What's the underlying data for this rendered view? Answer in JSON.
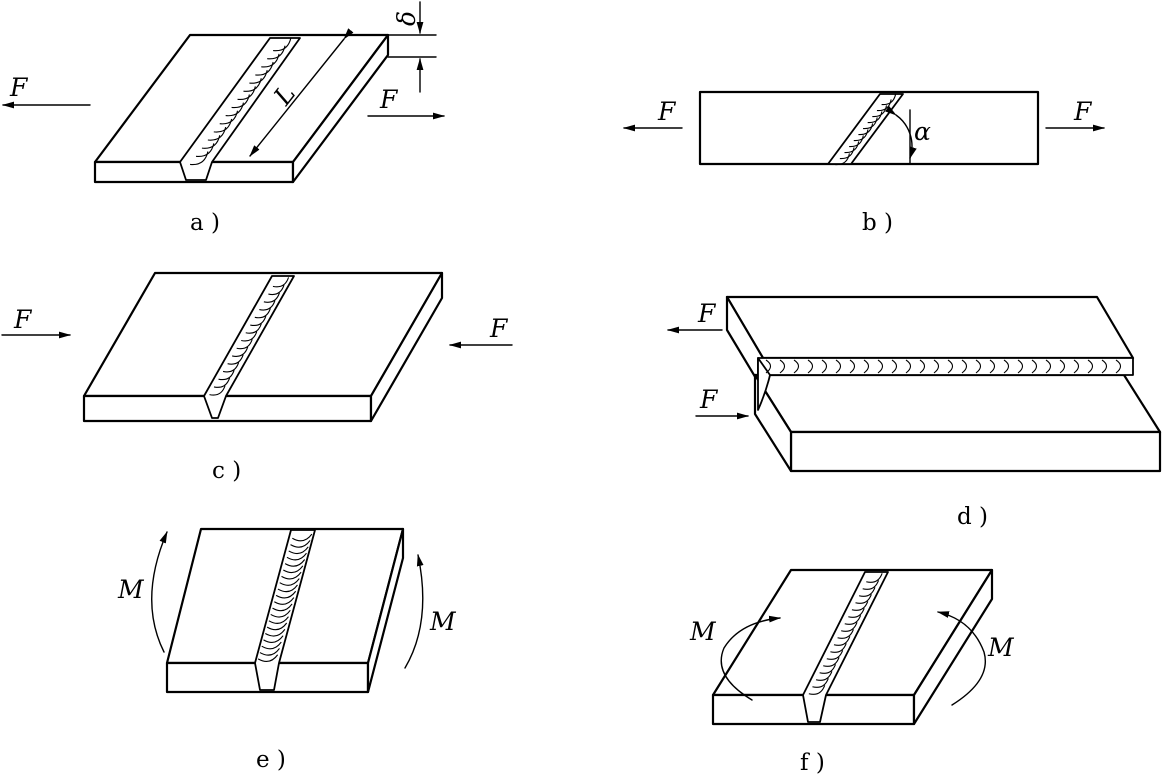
{
  "figure": {
    "panels": [
      {
        "id": "a",
        "caption": "a )",
        "symbols": {
          "force_left": "F",
          "force_right": "F",
          "length": "L",
          "thickness": "δ"
        }
      },
      {
        "id": "b",
        "caption": "b )",
        "symbols": {
          "force_left": "F",
          "force_right": "F",
          "angle": "α"
        }
      },
      {
        "id": "c",
        "caption": "c )",
        "symbols": {
          "force_left": "F",
          "force_right": "F"
        }
      },
      {
        "id": "d",
        "caption": "d )",
        "symbols": {
          "force_top": "F",
          "force_bottom": "F"
        }
      },
      {
        "id": "e",
        "caption": "e )",
        "symbols": {
          "moment_left": "M",
          "moment_right": "M"
        }
      },
      {
        "id": "f",
        "caption": "f )",
        "symbols": {
          "moment_left": "M",
          "moment_right": "M"
        }
      }
    ]
  }
}
